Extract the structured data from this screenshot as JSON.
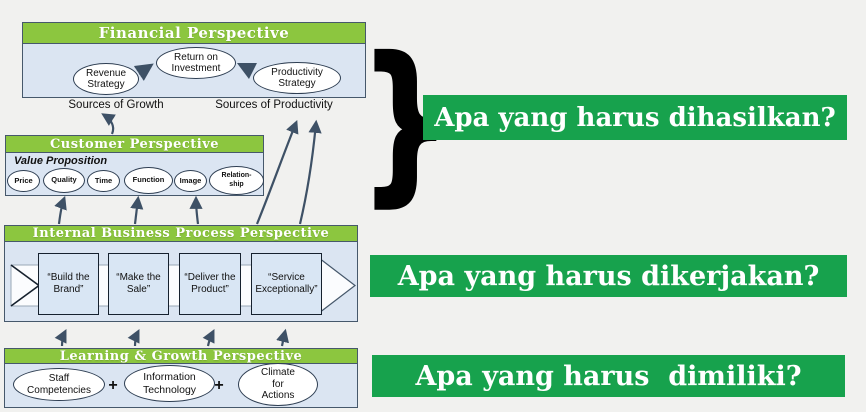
{
  "financial": {
    "title": "Financial Perspective",
    "nodes": {
      "revenue": "Revenue\nStrategy",
      "roi": "Return on\nInvestment",
      "productivity": "Productivity\nStrategy"
    },
    "captions": {
      "growth": "Sources of Growth",
      "productivity": "Sources of Productivity"
    }
  },
  "customer": {
    "title": "Customer Perspective",
    "subtitle": "Value Proposition",
    "nodes": [
      "Price",
      "Quality",
      "Time",
      "Function",
      "Image",
      "Relation-\nship"
    ]
  },
  "internal": {
    "title": "Internal Business Process Perspective",
    "steps": [
      "“Build the\nBrand”",
      "“Make the\nSale”",
      "“Deliver the\nProduct”",
      "“Service\nExceptionally”"
    ]
  },
  "learning": {
    "title": "Learning & Growth Perspective",
    "plus": "+",
    "nodes": [
      "Staff\nCompetencies",
      "Information\nTechnology",
      "Climate\nfor\nActions"
    ]
  },
  "banners": [
    {
      "label": "Apa yang harus dihasilkan?"
    },
    {
      "label": "Apa yang harus dikerjakan?"
    },
    {
      "label": "Apa yang harus  dimiliki?"
    }
  ],
  "brace": "}",
  "colors": {
    "header_green": "#8cc63f",
    "banner_green": "#17a24d",
    "panel_blue": "#dbe5f2",
    "arrow": "#3e5166",
    "background": "#f1f1ef"
  }
}
